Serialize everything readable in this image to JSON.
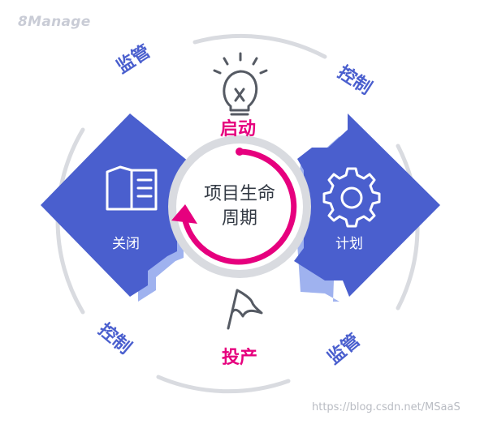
{
  "brand": {
    "logo_text": "8Manage"
  },
  "center": {
    "line1": "项目生命",
    "line2": "周期"
  },
  "phases": {
    "start": "启动",
    "plan": "计划",
    "production": "投产",
    "close": "关闭"
  },
  "activities": {
    "top_left": "监管",
    "top_right": "控制",
    "bottom_left": "控制",
    "bottom_right": "监管"
  },
  "watermark": "https://blog.csdn.net/MSaaS",
  "colors": {
    "panel": "#4a5fce",
    "panel_shadow": "#9fb2ef",
    "accent": "#e6007e",
    "ring": "#d6d8dc",
    "icon": "#555a63"
  },
  "icons": {
    "start": "lightbulb-icon",
    "plan": "gear-icon",
    "production": "flag-icon",
    "close": "book-icon"
  }
}
